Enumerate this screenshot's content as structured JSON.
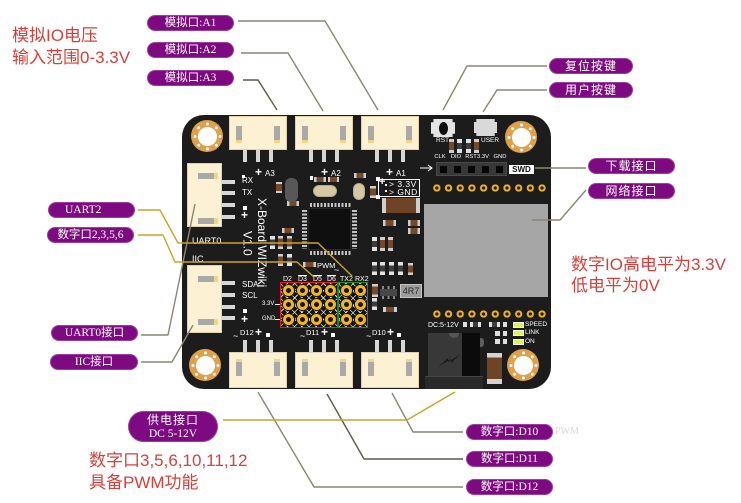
{
  "notes": {
    "analog_input": [
      "模拟IO电压",
      "输入范围0-3.3V"
    ],
    "digital_levels": [
      "数字IO高电平为3.3V",
      "低电平为0V"
    ],
    "pwm_pins": [
      "数字口3,5,6,10,11,12",
      "具备PWM功能"
    ]
  },
  "callouts": {
    "analog_a1": "模拟口:A1",
    "analog_a2": "模拟口:A2",
    "analog_a3": "模拟口:A3",
    "reset_button": "复位按键",
    "user_button": "用户按键",
    "download_port": "下载接口",
    "network_port": "网络接口",
    "uart2": "UART2",
    "digital_2356": "数字口2,3,5,6",
    "uart0_port": "UART0接口",
    "iic_port": "IIC接口",
    "power_port": [
      "供电接口",
      "DC 5-12V"
    ],
    "digital_d10": "数字口:D10",
    "digital_d11": "数字口:D11",
    "digital_d12": "数字口:D12",
    "faded_pwm": "PWM"
  },
  "board": {
    "name": "X-Board WIZwiki",
    "version": "V1.0",
    "silkscreen": {
      "plus": "+",
      "tilde": "~",
      "analog": [
        "A3",
        "A2",
        "A1"
      ],
      "rx": "RX",
      "tx": "TX",
      "uart0": "UART0",
      "iic": "IIC",
      "sda": "SDA",
      "scl": "SCL",
      "header_rows": [
        "3.3V",
        "GND"
      ],
      "header_columns": [
        "D2",
        "D3",
        "D5",
        "D6",
        "TX2",
        "RX2"
      ],
      "pwm": "PWM",
      "digital": [
        "D12",
        "D11",
        "D10"
      ],
      "jumper": [
        "> 3.3V",
        "> GND"
      ],
      "reset": "RST",
      "user": "USER",
      "swd_pins": [
        "CLK",
        "DIO",
        "RST",
        "3.3V",
        "GND"
      ],
      "swd": "SWD",
      "dc_input": "DC:5-12V",
      "leds": [
        "SPEED",
        "LINK",
        "ON"
      ],
      "inductor": "4R7"
    }
  },
  "colors": {
    "callout_fill": "#7e0a81",
    "callout_text": "#ffffff",
    "note_text": "#d6403a",
    "leader_gray": "#8c8672",
    "leader_yellow": "#caa22a",
    "pcb": "#1c1c1c",
    "connector": "#fdf1d4",
    "mount_ring": "#dea04a",
    "header_pin": "#f3b41c",
    "pwm_box": "#e3201f",
    "uart2_box": "#1f8b21",
    "network_module": "#a6a6a6",
    "led": "#def25a"
  }
}
